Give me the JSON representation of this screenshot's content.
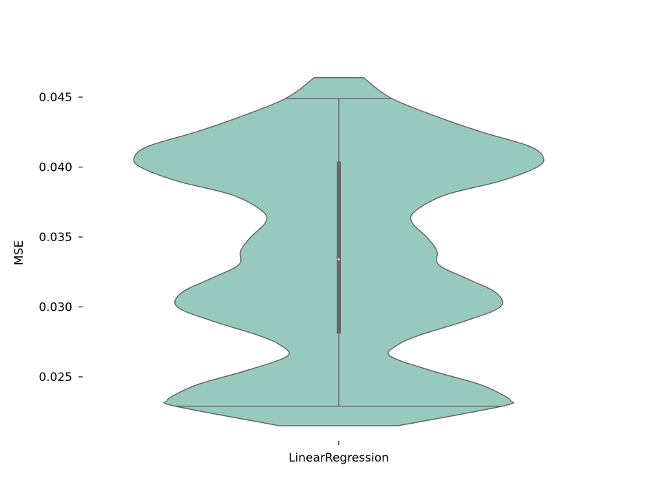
{
  "chart_data": {
    "type": "violin",
    "categories": [
      "LinearRegression"
    ],
    "xlabel": "",
    "ylabel": "MSE",
    "ylim": [
      0.0205,
      0.048
    ],
    "yticks": [
      "0.025",
      "0.030",
      "0.035",
      "0.040",
      "0.045"
    ],
    "fill_color": "#98c9be",
    "line_color": "#666666",
    "series": [
      {
        "category": "LinearRegression",
        "min": 0.0229,
        "q1": 0.0281,
        "median": 0.0334,
        "q3": 0.0404,
        "max": 0.0449,
        "density_extent": [
          0.0215,
          0.0464
        ],
        "density_profile": [
          [
            0.0215,
            0.29
          ],
          [
            0.0229,
            0.8
          ],
          [
            0.0233,
            0.84
          ],
          [
            0.0238,
            0.79
          ],
          [
            0.0245,
            0.68
          ],
          [
            0.0255,
            0.44
          ],
          [
            0.0265,
            0.25
          ],
          [
            0.0273,
            0.29
          ],
          [
            0.028,
            0.4
          ],
          [
            0.029,
            0.62
          ],
          [
            0.03,
            0.79
          ],
          [
            0.031,
            0.77
          ],
          [
            0.032,
            0.63
          ],
          [
            0.033,
            0.49
          ],
          [
            0.034,
            0.48
          ],
          [
            0.035,
            0.43
          ],
          [
            0.036,
            0.36
          ],
          [
            0.0368,
            0.37
          ],
          [
            0.038,
            0.52
          ],
          [
            0.039,
            0.79
          ],
          [
            0.04,
            0.97
          ],
          [
            0.0407,
            1.0
          ],
          [
            0.0415,
            0.93
          ],
          [
            0.0425,
            0.7
          ],
          [
            0.0435,
            0.5
          ],
          [
            0.0449,
            0.26
          ],
          [
            0.0464,
            0.12
          ]
        ]
      }
    ]
  }
}
